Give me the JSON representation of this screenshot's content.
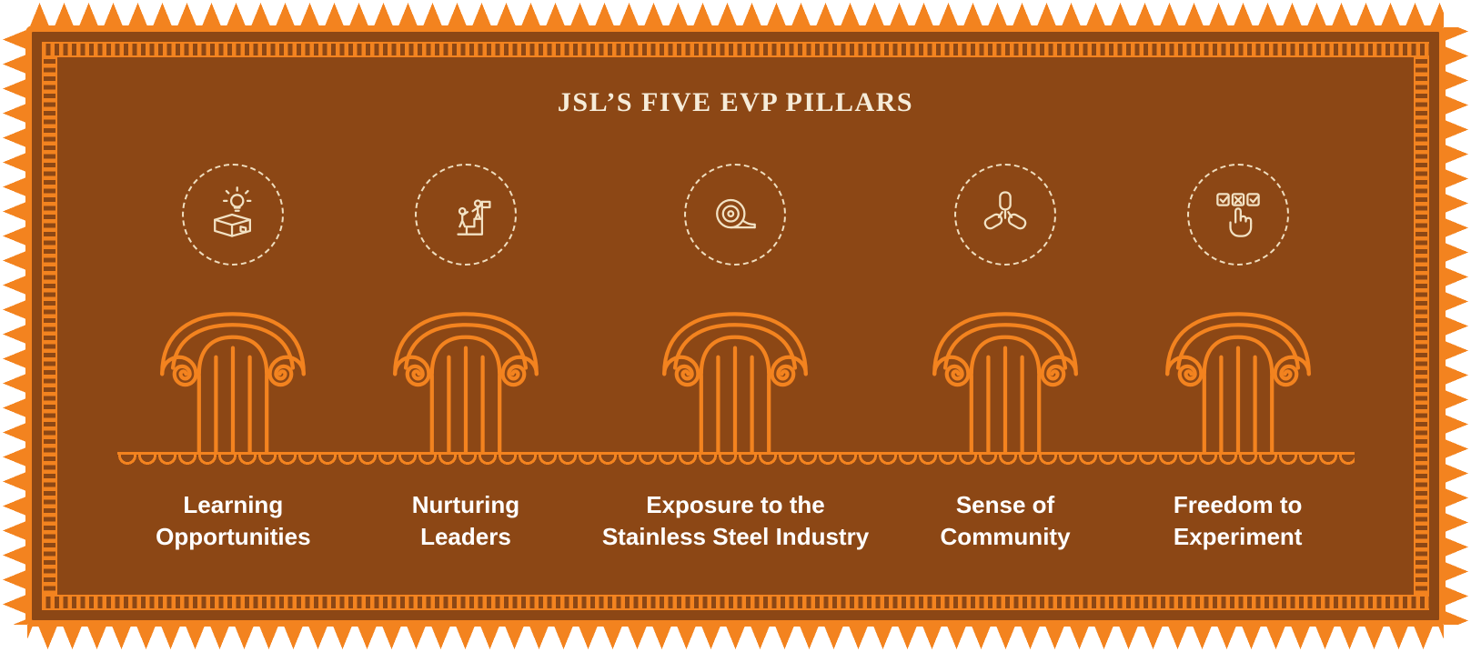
{
  "title": "JSL’S FIVE EVP PILLARS",
  "pillars": [
    {
      "name": "learning-opportunities",
      "icon": "lightbulb-toolbox-icon",
      "lines": [
        "Learning",
        "Opportunities"
      ]
    },
    {
      "name": "nurturing-leaders",
      "icon": "leader-steps-flag-icon",
      "lines": [
        "Nurturing",
        "Leaders"
      ]
    },
    {
      "name": "stainless-steel-exposure",
      "icon": "steel-coil-icon",
      "lines": [
        "Exposure to the",
        "Stainless Steel Industry"
      ]
    },
    {
      "name": "sense-of-community",
      "icon": "joined-hands-icon",
      "lines": [
        "Sense of",
        "Community"
      ]
    },
    {
      "name": "freedom-to-experiment",
      "icon": "checklist-pointer-icon",
      "lines": [
        "Freedom to",
        "Experiment"
      ]
    }
  ],
  "colors": {
    "field_brown": "#8C4715",
    "border_orange": "#F3831F",
    "icon_cream": "#F2E2C4",
    "title_cream": "#F6ECD9",
    "label_white": "#FFFFFF"
  }
}
